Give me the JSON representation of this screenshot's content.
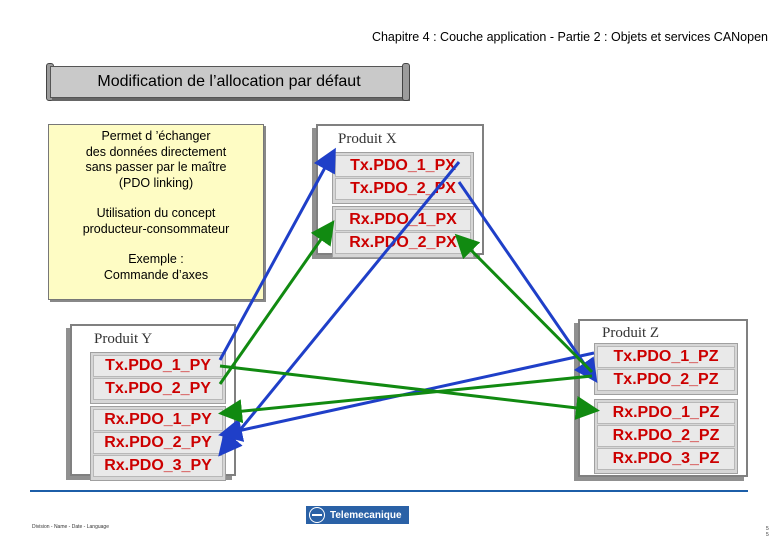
{
  "header": {
    "text": "Chapitre 4 : Couche application - Partie 2 : Objets et services CANopen"
  },
  "title": {
    "text": "Modification de l’allocation par défaut"
  },
  "note": {
    "p1_l1": "Permet d ’échanger",
    "p1_l2": "des données directement",
    "p1_l3": "sans passer par le maître",
    "p1_l4": "(PDO linking)",
    "p2_l1": "Utilisation du concept",
    "p2_l2": "producteur-consommateur",
    "p3_l1": "Exemple :",
    "p3_l2": "Commande d’axes"
  },
  "products": {
    "x": {
      "label": "Produit X",
      "tx": [
        "Tx.PDO_1_PX",
        "Tx.PDO_2_PX"
      ],
      "rx": [
        "Rx.PDO_1_PX",
        "Rx.PDO_2_PX"
      ]
    },
    "y": {
      "label": "Produit Y",
      "tx": [
        "Tx.PDO_1_PY",
        "Tx.PDO_2_PY"
      ],
      "rx": [
        "Rx.PDO_1_PY",
        "Rx.PDO_2_PY",
        "Rx.PDO_3_PY"
      ]
    },
    "z": {
      "label": "Produit Z",
      "tx": [
        "Tx.PDO_1_PZ",
        "Tx.PDO_2_PZ"
      ],
      "rx": [
        "Rx.PDO_1_PZ",
        "Rx.PDO_2_PZ",
        "Rx.PDO_3_PZ"
      ]
    }
  },
  "footer": {
    "meta": "Division - Name - Date - Language",
    "logo": "Telemecanique",
    "page_a": "5",
    "page_b": "5"
  },
  "colors": {
    "blue_arrow": "#1f3fc8",
    "green_arrow": "#118a11",
    "pdo_text": "#cc0000",
    "note_bg": "#fefcc4"
  }
}
